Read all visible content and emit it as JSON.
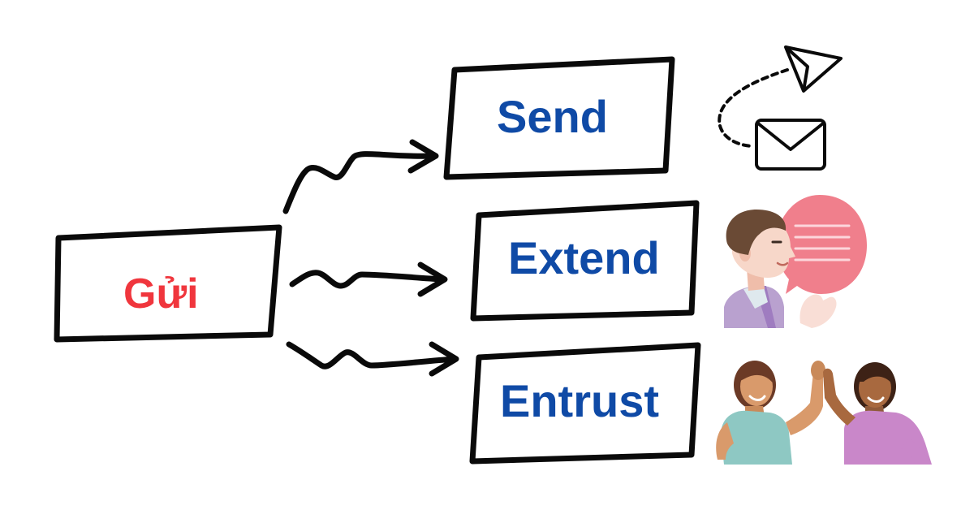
{
  "diagram": {
    "source": {
      "label": "Gửi",
      "color": "#f0363d"
    },
    "targets": [
      {
        "label": "Send",
        "color": "#0f4aa6"
      },
      {
        "label": "Extend",
        "color": "#0f4aa6"
      },
      {
        "label": "Entrust",
        "color": "#0f4aa6"
      }
    ]
  },
  "icons": [
    "paper-plane-icon",
    "envelope-icon",
    "speaking-man-icon",
    "high-five-icon"
  ],
  "colors": {
    "stroke": "#0a0a0a",
    "speech_bubble": "#f07f8c",
    "shirt_teal": "#8ec8c3",
    "shirt_purple": "#c987c9",
    "skin_man": "#f7d7c9",
    "hair_man": "#6a4a35"
  }
}
